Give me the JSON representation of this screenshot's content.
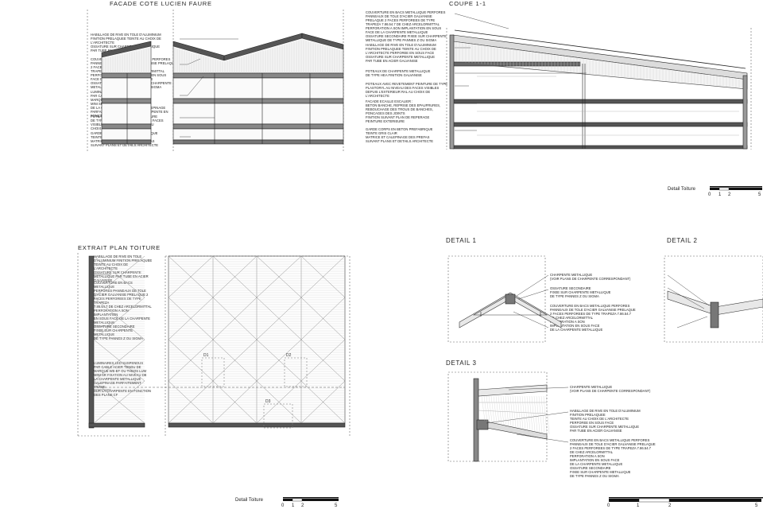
{
  "titles": {
    "facade": "FACADE COTE LUCIEN FAURE",
    "coupe": "COUPE 1-1",
    "plan": "EXTRAIT PLAN TOITURE",
    "detail1": "DETAIL 1",
    "detail2": "DETAIL 2",
    "detail3": "DETAIL 3"
  },
  "facade_notes": {
    "n1": "HABILLAGE DE RIVE EN TOLE D'ALUMINIUM\nFINITION PRELAQUEE TEINTE AU CHOIX DE\nL'ARCHITECTE\nOSSATURE SUR CHARPENTE METALLIQUE\nPAR TUBE EN ACIER GALVANISE",
    "n2": "COUVERTURE EN BACS METALLIQUE PERFORES\nPANNEAUX DE TOLE D'ACIER GALVANISE PRELAQUE\n2 FACES PERFOREES DE TYPE\nTRAPEZA 7.86.54.7 DE CHEZ ARCELORMITTAL\nPERFORATION A SON IMPLANTATION EN SOUS\nFACE DE LA CHARPENTE METALLIQUE\nOSSATURE SECONDAIRE FIXEE SUR CHARPENTE\nMETALLIQUE DE TYPE PANNES Z OU SIGMA",
    "n3": "LUMINAIRES LED SUSPENDUS\nPAR CABLE ACIER TENDU DE\nMARQUE WE-EF OU THEOS LUM\nMINI SR FIXATION AU NIVEAU\nDE LA CHARPENTE METALLIQUE CALEPINAGE\nPARFAITEMENT TRAME SUR LA CHARPENTE EN\nFONCTION DES PLANS CF",
    "n4": "POTEAUX AVEC REVETEMENT PEINTURE\nDE TYPE PLASTORYL AU NIVEAU DES FACES\nVISIBLES DEPUIS L'EXTERIEUR RAL AU\nCHOIX DE L'ARCHITECTE",
    "n5": "GARDE CORPS EN BETON PREFABRIQUE\nTEINTE GRIS CLAIR\nMATRICE ET CALEPINAGE DES PREFAS\nSUIVANT PLANS ET DETAILS ARCHITECTE"
  },
  "coupe_notes": {
    "n1": "COUVERTURE EN BACS METALLIQUE PERFORES\nPANNEAUX DE TOLE D'ACIER GALVANISE\nPRELAQUE 2 FACES PERFOREES DE TYPE\nTRAPEZA 7.86.54.7 DE CHEZ ARCELORMITTAL\nPERFORATION A SON IMPLANTATION EN SOUS\nFACE DE LA CHARPENTE METALLIQUE\nOSSATURE SECONDAIRE FIXEE SUR CHARPENTE\nMETALLIQUE DE TYPE PANNES Z OU SIGMA",
    "n2": "HABILLAGE DE RIVE EN TOLE D'ALUMINIUM\nFINITION PRELAQUEE TEINTE AU CHOIX DE\nL'ARCHITECTE PERFOREE EN SOUS FACE\nOSSATURE SUR CHARPENTE METALLIQUE\nPAR TUBE EN ACIER GALVANISE",
    "n3": "POTEAUX DE CHARPENTE METALLIQUE\nDE TYPE HEA FINITION GALVANISE",
    "n4": "POTEAUX AVEC REVETEMENT PEINTURE DE TYPE\nPLASTORYL AU NIVEAU DES FACES VISIBLES\nDEPUIS L'EXTERIEUR RAL AU CHOIX DE\nL'ARCHITECTE",
    "n5": "FACADE ECAILLE ESCALIER :\nBETON BANCHE, REPRISE DES EPAUFRURES,\nREBOUCHAGE DES TROUS DE BANCHES,\nPONCAGES DES JOINTS\nFINITION SUIVANT PLAN DE REPERAGE\nPEINTURE EXTERIEURE",
    "n6": "GARDE CORPS EN BETON PREFABRIQUE\nTEINTE GRIS CLAIR\nMATRICE ET CALEPINAGE DES PREFAS\nSUIVANT PLANS ET DETAILS ARCHITECTE"
  },
  "plan_notes": {
    "n1": "HABILLAGE DE RIVE EN TOLE\nD'ALUMINIUM FINITION PRELAQUEE\nTEINTE AU CHOIX DE L'ARCHITECTE\nOSSATURE SUR CHARPENTE\nMETALLIQUE PAR TUBE EN ACIER\nGALVANISE",
    "n2": "COUVERTURE EN BACS METALLIQUE\nPERFORES PANNEAUX DE TOLE\nD'ACIER GALVANISE PRELAQUE 2\nFACES PERFOREES DE TYPE TRAPEZA\n7.86.54.7 DE CHEZ ARCELORMITTAL\nPERFORATION A SON IMPLANTATION\nEN SOUS FACE DE LA CHARPENTE\nMETALLIQUE\nOSSATURE SECONDAIRE\nFIXEE SUR CHARPENTE METALLIQUE\nDE TYPE PANNES Z OU SIGMA",
    "n3": "LUMINAIRES LED SUSPENDUS\nPAR CABLE ACIER TENDU DE\nMARQUE WE-EF OU THEOS LUM\nMINI SR FIXATION AU NIVEAU DE\nLA CHARPENTE METALLIQUE\nCALEPINAGE PARFAITEMENT TRAME\nSUR LA CHARPENTE EN FONCTION\nDES PLANS CF"
  },
  "detail1_notes": {
    "n1": "CHARPENTE METALLIQUE\n(VOIR PLANS DE CHARPENTE CORRESPONDANT)",
    "n2": "OSSATURE SECONDAIRE\nFIXEE SUR CHARPENTE METALLIQUE\nDE TYPE PANNES Z OU SIGMA",
    "n3": "COUVERTURE EN BACS METALLIQUE PERFORES\nPANNEAUX DE TOLE D'ACIER GALVANISE PRELAQUE\n2 FACES PERFOREES DE TYPE TRAPEZA 7.86.54.7\nDE CHEZ ARCELORMITTAL\nPERFORATION A SON\nIMPLANTATION EN SOUS FACE\nDE LA CHARPENTE METALLIQUE"
  },
  "detail3_notes": {
    "n1": "CHARPENTE METALLIQUE\n(VOIR PLANS DE CHARPENTE CORRESPONDANT)",
    "n2": "HABILLAGE DE RIVE EN TOLE D'ALUMINIUM\nFINITION PRELAQUEE\nTEINTE AU CHOIX DE L'ARCHITECTE\nPERFOREE EN SOUS FACE\nOSSATURE SUR CHARPENTE METALLIQUE\nPAR TUBE EN ACIER GALVANISE",
    "n3": "COUVERTURE EN BACS METALLIQUE PERFORES\nPANNEAUX DE TOLE D'ACIER GALVANISE PRELAQUE\n2 FACES PERFOREES DE TYPE TRAPEZA 7.86.54.7\nDE CHEZ ARCELORMITTAL\nPERFORATION A SON\nIMPLANTATION EN SOUS FACE\nDE LA CHARPENTE METALLIQUE\nOSSATURE SECONDAIRE\nFIXEE SUR CHARPENTE METALLIQUE\nDE TYPE PANNES Z OU SIGMA"
  },
  "plan_labels": {
    "d1": "D1",
    "d2": "D2",
    "d3": "D3"
  },
  "scales": {
    "label": "Detail Toiture",
    "ticks": [
      "0",
      "1",
      "2",
      "5"
    ]
  },
  "colors": {
    "ink": "#111111",
    "grey": "#8a8a8a",
    "light": "#cfcfcf"
  }
}
